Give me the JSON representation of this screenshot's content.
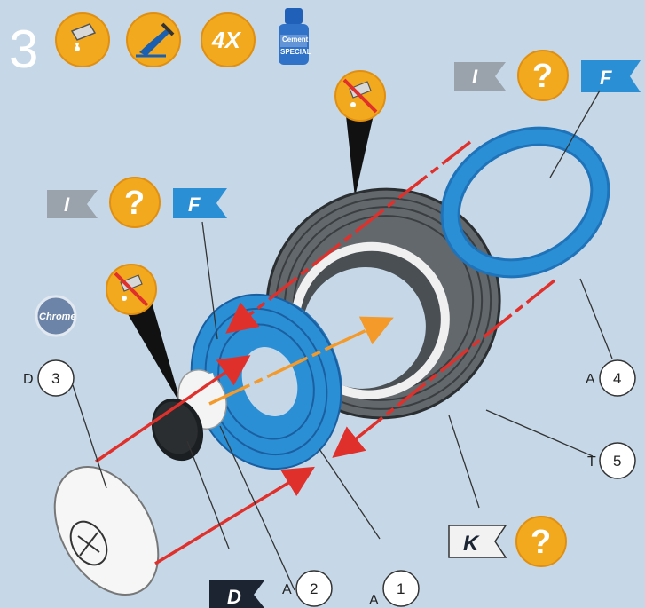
{
  "step": {
    "number": "3"
  },
  "header_icons": {
    "glue_label": "",
    "four_x_label": "4X",
    "bottle_label": "SPECIAL",
    "bottle_small_label": "Cement"
  },
  "badges": {
    "question_mark": "?"
  },
  "flags": {
    "i": "I",
    "f": "F",
    "k": "K",
    "d": "D"
  },
  "chrome_label": "Chrome",
  "callouts": [
    {
      "letter": "D",
      "number": "3"
    },
    {
      "letter": "A",
      "number": "4"
    },
    {
      "letter": "T",
      "number": "5"
    },
    {
      "letter": "A",
      "number": "2"
    },
    {
      "letter": "A",
      "number": "1"
    }
  ],
  "colors": {
    "background": "#c6d8e8",
    "part_blue": "#2b8fd6",
    "badge_orange": "#f2a91e",
    "tire_gray": "#5a5f63",
    "arrow_red": "#e0302b",
    "arrow_orange": "#f39a2a"
  }
}
